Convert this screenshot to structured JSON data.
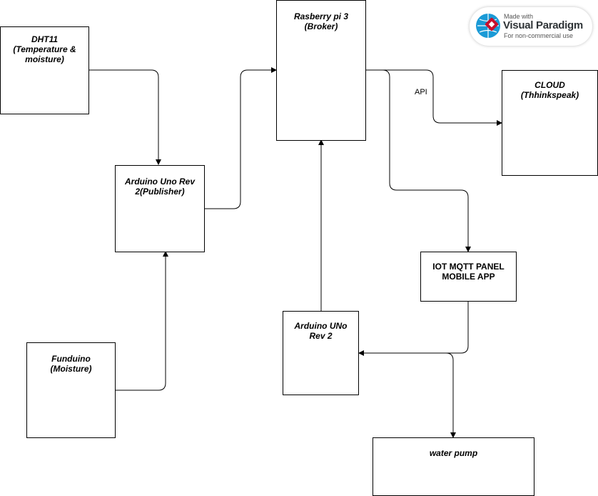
{
  "nodes": {
    "dht11": {
      "label": "DHT11\n(Temperature &\nmoisture)"
    },
    "arduino_publisher": {
      "label": "Arduino Uno Rev\n2(Publisher)"
    },
    "funduino": {
      "label": "Funduino\n(Moisture)"
    },
    "raspberry": {
      "label": "Rasberry pi 3\n(Broker)"
    },
    "cloud": {
      "label": "CLOUD\n(Thhinkspeak)"
    },
    "mqtt_panel": {
      "label": "IOT MQTT PANEL\nMOBILE APP"
    },
    "arduino_uno": {
      "label": "Arduino UNo\nRev 2"
    },
    "water_pump": {
      "label": "water pump"
    }
  },
  "edges": {
    "api_label": "API"
  },
  "watermark": {
    "made_with": "Made with",
    "brand": "Visual Paradigm",
    "note": "For non-commercial use"
  },
  "colors": {
    "stroke": "#000000",
    "background": "#ffffff",
    "brand_red": "#c8102e",
    "brand_blue": "#1a9ad6"
  }
}
